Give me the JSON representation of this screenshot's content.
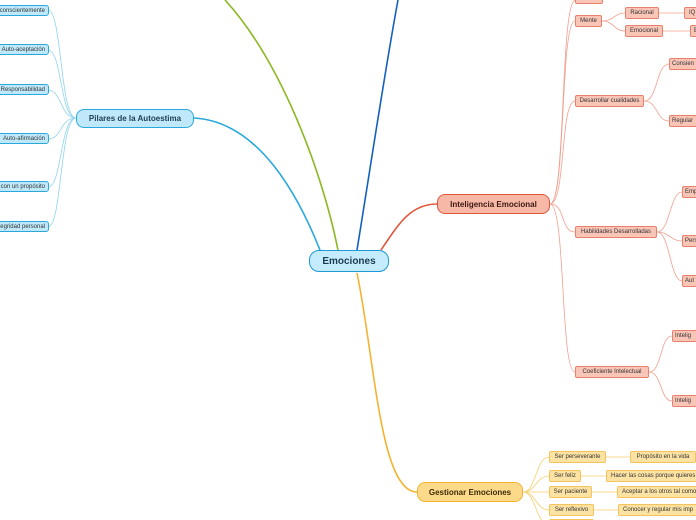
{
  "root": {
    "label": "Emociones"
  },
  "autoestima": {
    "label": "Pilares de la Autoestima",
    "items": [
      "Vivir conscientemente",
      "Auto-aceptación",
      "Responsabilidad",
      "Auto-afirmación",
      "Vivir con un propósito",
      "Integridad personal"
    ]
  },
  "inteligencia": {
    "label": "Inteligencia Emocional",
    "mente": {
      "label": "Mente",
      "racional": "Racional",
      "emocional": "Emocional",
      "iq": "IQ",
      "eq": "E"
    },
    "cualidades": {
      "label": "Desarrollar cualidades",
      "children": [
        "Consien",
        "Regular"
      ]
    },
    "habilidades": {
      "label": "Habilidades Desarrolladas",
      "children": [
        "Emp",
        "Pers",
        "Aut"
      ]
    },
    "coeficiente": {
      "label": "Coeficiente Intelectual",
      "children": [
        "Intelig",
        "Intelig"
      ]
    }
  },
  "gestionar": {
    "label": "Gestionar Emociones",
    "items": [
      {
        "label": "Ser perseverante",
        "detail": "Propósito en la vida"
      },
      {
        "label": "Ser feliz",
        "detail": "Hacer las cosas porque quieres"
      },
      {
        "label": "Ser paciente",
        "detail": "Aceptar a los otros tal como"
      },
      {
        "label": "Ser reflexivo",
        "detail": "Conocer y regular mis imp"
      }
    ]
  },
  "colors": {
    "blue": "#2aa8dd",
    "green": "#8ab820",
    "navy": "#1560bd",
    "red": "#e0553a",
    "yellow": "#f2b430"
  }
}
